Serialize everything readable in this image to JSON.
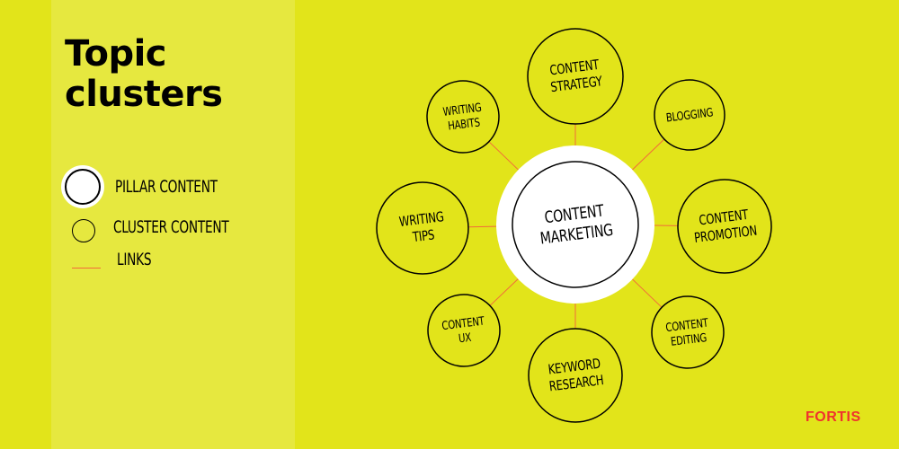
{
  "title": "Topic clusters",
  "legend": {
    "pillar": "PILLAR CONTENT",
    "cluster": "CLUSTER CONTENT",
    "links": "LINKS"
  },
  "pillar": {
    "lines": [
      "CONTENT",
      "MARKETING"
    ]
  },
  "clusters": [
    {
      "id": "content-strategy",
      "lines": [
        "CONTENT",
        "STRATEGY"
      ]
    },
    {
      "id": "blogging",
      "lines": [
        "BLOGGING"
      ]
    },
    {
      "id": "content-promotion",
      "lines": [
        "CONTENT",
        "PROMOTION"
      ]
    },
    {
      "id": "content-editing",
      "lines": [
        "CONTENT",
        "EDITING"
      ]
    },
    {
      "id": "keyword-research",
      "lines": [
        "KEYWORD",
        "RESEARCH"
      ]
    },
    {
      "id": "content-ux",
      "lines": [
        "CONTENT",
        "UX"
      ]
    },
    {
      "id": "writing-tips",
      "lines": [
        "WRITING",
        "TIPS"
      ]
    },
    {
      "id": "writing-habits",
      "lines": [
        "WRITING",
        "HABITS"
      ]
    }
  ],
  "brand": "FORTIS",
  "colors": {
    "background": "#e2e41a",
    "sidebar": "#e6e83f",
    "link": "#f26b3a",
    "pillar_fill": "#ffffff",
    "brand": "#f0312e"
  }
}
